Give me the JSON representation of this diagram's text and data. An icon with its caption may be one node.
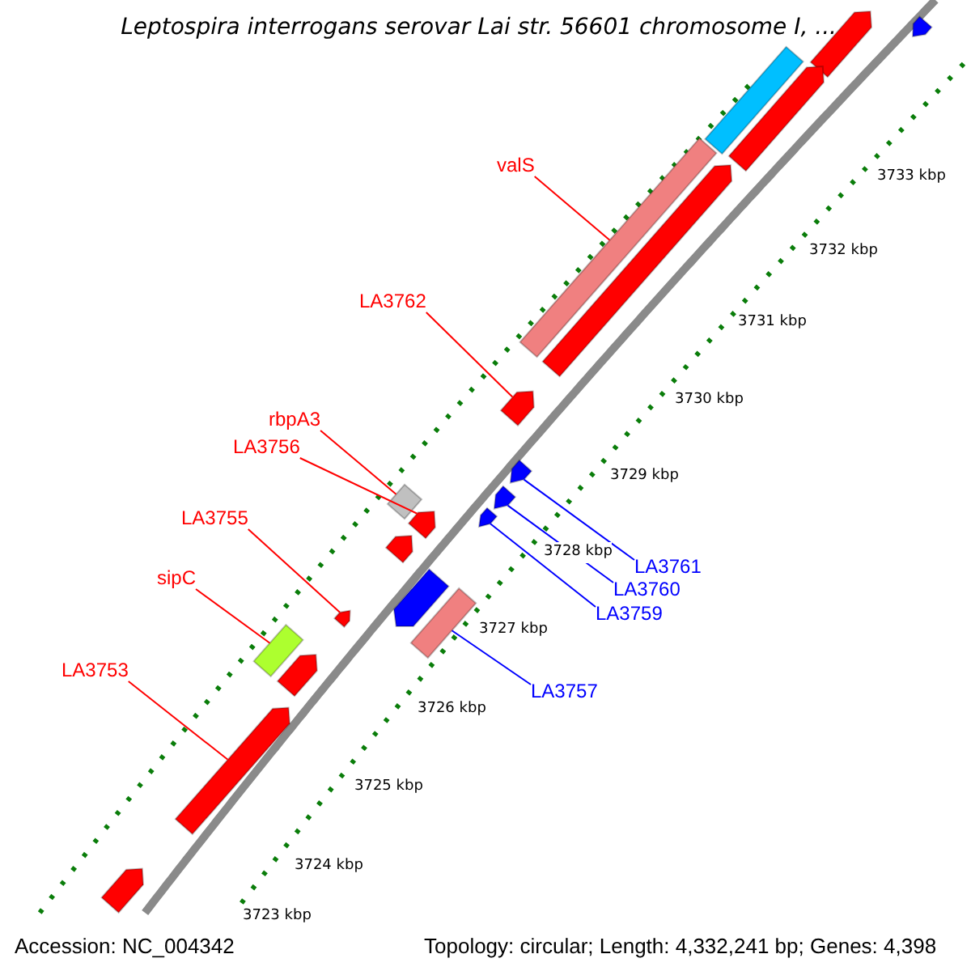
{
  "diagram": {
    "title": "Leptospira interrogans serovar Lai str. 56601 chromosome I, ...",
    "nodes": [
      {
        "text": [
          "valS"
        ]
      },
      {
        "text": [
          "LA3762"
        ]
      },
      {
        "text": [
          "rbpA3"
        ]
      },
      {
        "text": [
          "LA3756"
        ]
      },
      {
        "text": [
          "LA3755"
        ]
      },
      {
        "text": [
          "sipC"
        ]
      },
      {
        "text": [
          "LA3753"
        ]
      },
      {
        "text": [
          "LA3761"
        ]
      },
      {
        "text": [
          "LA3760"
        ]
      },
      {
        "text": [
          "LA3759"
        ]
      },
      {
        "text": [
          "LA3757"
        ]
      },
      {
        "text": [],
        "shape": "bar"
      },
      {
        "text": [],
        "shape": "bar"
      },
      {
        "text": [],
        "shape": "bar"
      },
      {
        "text": [],
        "shape": "bar"
      },
      {
        "text": [],
        "shape": "bar"
      },
      {
        "text": [],
        "shape": "bar"
      },
      {
        "text": [],
        "shape": "bar"
      },
      {
        "text": [],
        "shape": "bar"
      },
      {
        "text": [],
        "shape": "bar"
      },
      {
        "text": [],
        "shape": "bar"
      },
      {
        "text": [],
        "shape": "bar"
      },
      {
        "text": [],
        "shape": "bar"
      },
      {
        "text": [],
        "shape": "bar"
      },
      {
        "text": [],
        "shape": "bar"
      },
      {
        "text": [],
        "shape": "bar"
      },
      {
        "text": [],
        "shape": "bar"
      },
      {
        "text": [],
        "shape": "bar"
      },
      {
        "text": [],
        "shape": "bar"
      },
      {
        "text": [],
        "shape": "bar"
      },
      {
        "text": [],
        "shape": "bar"
      }
    ],
    "edges": [
      {
        "from": 0,
        "to": 15,
        "arrow": "none"
      },
      {
        "from": 1,
        "to": 17,
        "arrow": "none"
      },
      {
        "from": 2,
        "to": 19,
        "arrow": "none"
      },
      {
        "from": 3,
        "to": 22,
        "arrow": "none"
      },
      {
        "from": 4,
        "to": 25,
        "arrow": "none"
      },
      {
        "from": 5,
        "to": 27,
        "arrow": "none"
      },
      {
        "from": 6,
        "to": 29,
        "arrow": "none"
      },
      {
        "from": 7,
        "to": 18,
        "arrow": "none",
        "color": "#0000ff"
      },
      {
        "from": 8,
        "to": 20,
        "arrow": "none",
        "color": "#0000ff"
      },
      {
        "from": 9,
        "to": 21,
        "arrow": "none",
        "color": "#0000ff"
      },
      {
        "from": 10,
        "to": 26,
        "arrow": "none",
        "color": "#0000ff"
      }
    ],
    "labels": [
      "3733 kbp",
      "3732 kbp",
      "3731 kbp",
      "3730 kbp",
      "3729 kbp",
      "3728 kbp",
      "3727 kbp",
      "3726 kbp",
      "3725 kbp",
      "3724 kbp",
      "3723 kbp",
      "Accession: NC_004342",
      "Topology: circular; Length: 4,332,241 bp; Genes: 4,398"
    ]
  }
}
